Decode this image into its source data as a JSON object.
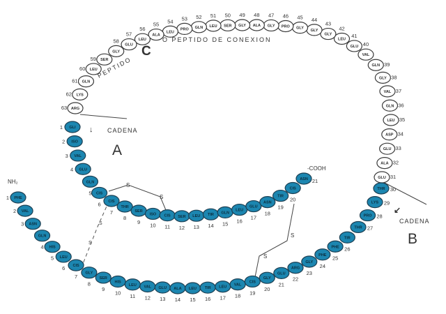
{
  "labels": {
    "peptide_c": "PEPTIDO",
    "c_letter": "C",
    "connection": "O PEPTIDO DE CONEXION",
    "chain_a": "CADENA",
    "a_letter": "A",
    "chain_b": "CADENA",
    "b_letter": "B",
    "nh2": "NH₂",
    "cooh": "-COOH",
    "s": "S",
    "arrow_a": "↓",
    "arrow_b": "↙"
  },
  "chain_c": {
    "residues": [
      "GLU",
      "ALA",
      "GLU",
      "ASP",
      "LEU",
      "GLN",
      "VAL",
      "GLY",
      "GLN",
      "VAL",
      "GLU",
      "LEU",
      "GLY",
      "GLY",
      "GLY",
      "PRO",
      "GLY",
      "ALA",
      "GLY",
      "SER",
      "LEU",
      "GLN",
      "PRO",
      "LEU",
      "ALA",
      "LEU",
      "GLU",
      "GLY",
      "SER",
      "LEU",
      "GLN",
      "LYS",
      "ARG"
    ],
    "numbers": [
      "31",
      "32",
      "33",
      "34",
      "35",
      "36",
      "37",
      "38",
      "39",
      "40",
      "41",
      "42",
      "43",
      "44",
      "45",
      "46",
      "47",
      "48",
      "49",
      "50",
      "51",
      "52",
      "53",
      "54",
      "55",
      "56",
      "57",
      "58",
      "59",
      "60",
      "61",
      "62",
      "63"
    ]
  },
  "chain_a": {
    "residues": [
      "GLI",
      "ISO",
      "VAL",
      "GLU",
      "GLN",
      "CIS",
      "CIS",
      "THR",
      "SER",
      "ISO",
      "CIS",
      "SER",
      "LEU",
      "TIR",
      "GLN",
      "LEU",
      "GLU",
      "ASN",
      "TIR",
      "CIS",
      "ASN"
    ],
    "numbers": [
      "1",
      "2",
      "3",
      "4",
      "5",
      "6",
      "7",
      "8",
      "9",
      "10",
      "11",
      "12",
      "13",
      "14",
      "15",
      "16",
      "17",
      "18",
      "19",
      "20",
      "21"
    ]
  },
  "chain_b": {
    "residues": [
      "PHE",
      "VAL",
      "ASN",
      "GLN",
      "HIS",
      "LEU",
      "CIS",
      "GLY",
      "SER",
      "HIS",
      "LEU",
      "VAL",
      "GLU",
      "ALA",
      "LEU",
      "TIR",
      "LEU",
      "VAL",
      "CIS",
      "GLY",
      "GLU",
      "ARG",
      "GLY",
      "PHE",
      "PHE",
      "TIR",
      "THR",
      "PRO",
      "LYS",
      "THR"
    ],
    "numbers": [
      "1",
      "2",
      "3",
      "4",
      "5",
      "6",
      "7",
      "8",
      "9",
      "10",
      "11",
      "12",
      "13",
      "14",
      "15",
      "16",
      "17",
      "18",
      "19",
      "20",
      "21",
      "22",
      "23",
      "24",
      "25",
      "26",
      "27",
      "28",
      "29",
      "30"
    ]
  }
}
